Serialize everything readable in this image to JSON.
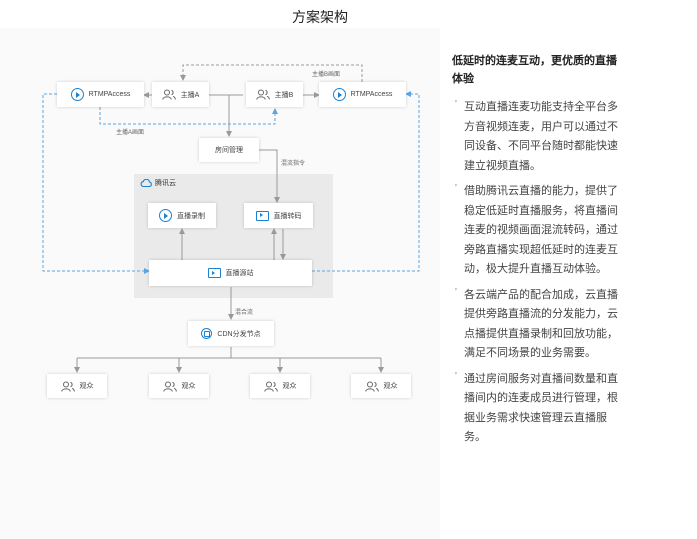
{
  "title": "方案架构",
  "diagram": {
    "nodes": {
      "rtmp_left": "RTMPAccess",
      "host_a": "主播A",
      "host_b": "主播B",
      "rtmp_right": "RTMPAccess",
      "room_mgmt": "房间管理",
      "record": "直播录制",
      "transcode": "直播转码",
      "source": "直播源站",
      "cdn": "CDN分发节点",
      "viewer": "观众"
    },
    "group_label": "腾讯云",
    "edge_labels": {
      "host_b_pic": "主播B画面",
      "host_a_pic": "主播A画面",
      "mix_cmd": "混流指令",
      "mixed_stream": "混合流"
    }
  },
  "sidebar": {
    "headline": "低延时的连麦互动，更优质的直播体验",
    "bullets": [
      "互动直播连麦功能支持全平台多方音视频连麦，用户可以通过不同设备、不同平台随时都能快速建立视频直播。",
      "借助腾讯云直播的能力，提供了稳定低延时直播服务，将直播间连麦的视频画面混流转码，通过旁路直播实现超低延时的连麦互动，极大提升直播互动体验。",
      "各云端产品的配合加成，云直播提供旁路直播流的分发能力，云点播提供直播录制和回放功能，满足不同场景的业务需要。",
      "通过房间服务对直播间数量和直播间内的连麦成员进行管理，根据业务需求快速管理云直播服务。"
    ]
  },
  "colors": {
    "accent": "#1b82d1",
    "dashed_blue": "#5aa5e6",
    "arrow_gray": "#999999",
    "group_bg": "#eaeaea"
  }
}
